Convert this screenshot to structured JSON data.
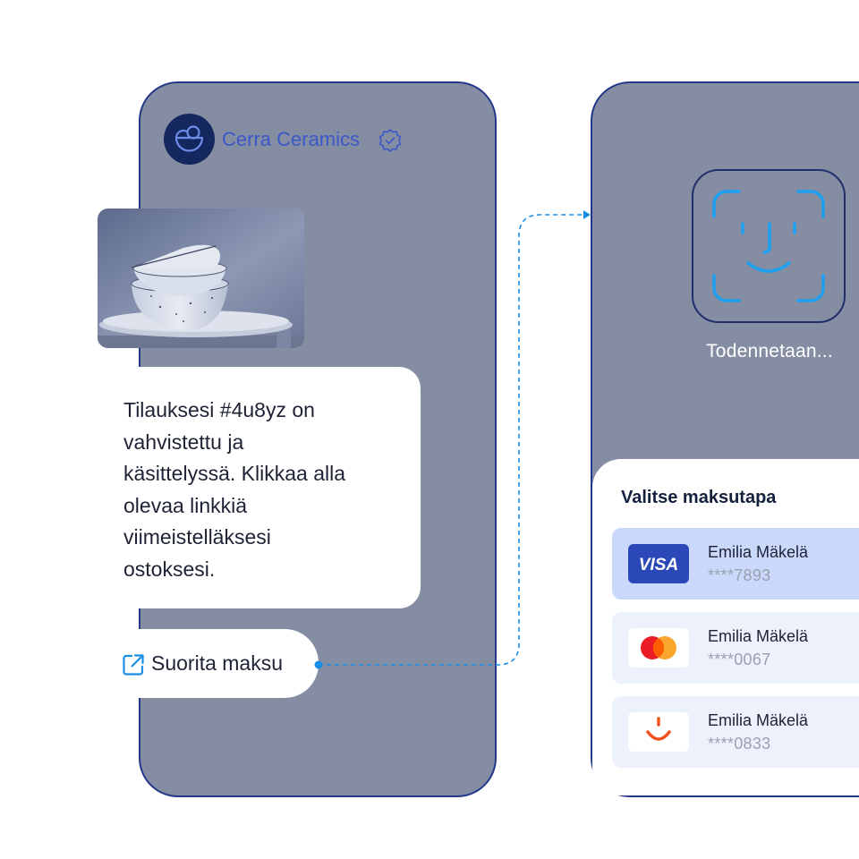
{
  "chat_screen": {
    "brand": {
      "name": "Cerra Ceramics",
      "logo_icon": "cerra-ceramics-logo",
      "verified_icon": "verified-badge-icon"
    },
    "message": {
      "text": "Tilauksesi #4u8yz on\nvahvistettu ja\nkäsittelyssä. Klikkaa alla\nolevaa linkkiä\nviimeistelläksesi\nostoksesi."
    },
    "payment_link": {
      "label": "Suorita maksu",
      "icon": "external-link-icon"
    }
  },
  "payment_screen": {
    "face_auth": {
      "status": "Todennetaan...",
      "icon": "face-id-icon"
    },
    "sheet": {
      "title": "Valitse maksutapa",
      "cards": [
        {
          "brand": "VISA",
          "holder": "Emilia Mäkelä",
          "number": "****7893",
          "selected": true
        },
        {
          "brand": "mastercard",
          "holder": "Emilia Mäkelä",
          "number": "****0067",
          "selected": false
        },
        {
          "brand": "smile",
          "holder": "Emilia Mäkelä",
          "number": "****0833",
          "selected": false
        }
      ]
    }
  },
  "colors": {
    "phone_bg": "#858da3",
    "phone_border": "#24388a",
    "brand_text": "#3a58c8",
    "accent_blue": "#1a8fe8",
    "visa_blue": "#2b48b8",
    "selected_row": "#c9d8fb",
    "row_bg": "#ecf1fb"
  }
}
